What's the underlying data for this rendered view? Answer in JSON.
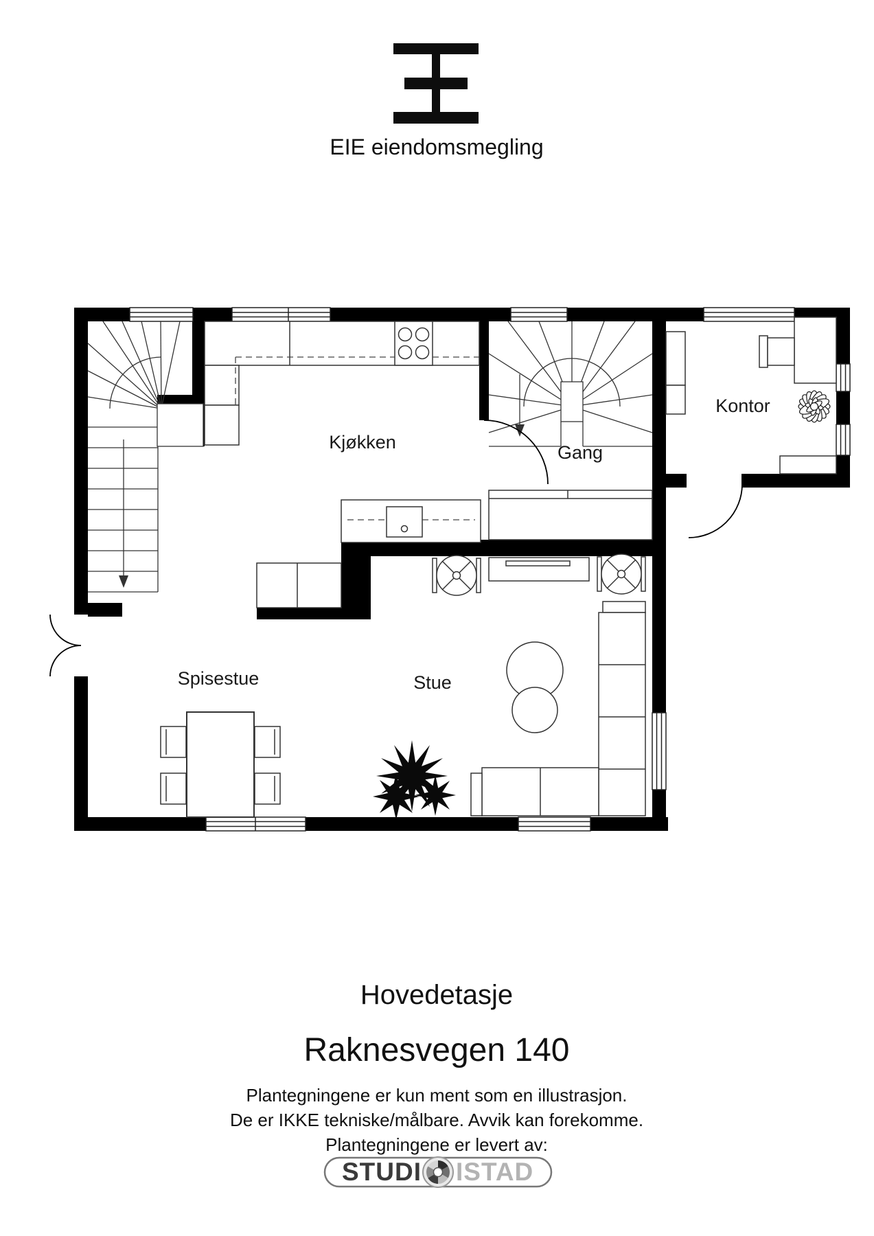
{
  "header": {
    "brand_name": "EIE eiendomsmegling"
  },
  "plan": {
    "rooms": [
      {
        "label": "Kjøkken"
      },
      {
        "label": "Gang"
      },
      {
        "label": "Kontor"
      },
      {
        "label": "Spisestue"
      },
      {
        "label": "Stue"
      }
    ]
  },
  "footer": {
    "floor_title": "Hovedetasje",
    "address": "Raknesvegen 140",
    "disclaimer": [
      "Plantegningene er kun ment som en illustrasjon.",
      "De er IKKE tekniske/målbare. Avvik kan forekomme.",
      "Plantegningene er levert av:"
    ],
    "provider": {
      "name_part1": "STUDI",
      "name_part2": "ISTAD"
    }
  }
}
